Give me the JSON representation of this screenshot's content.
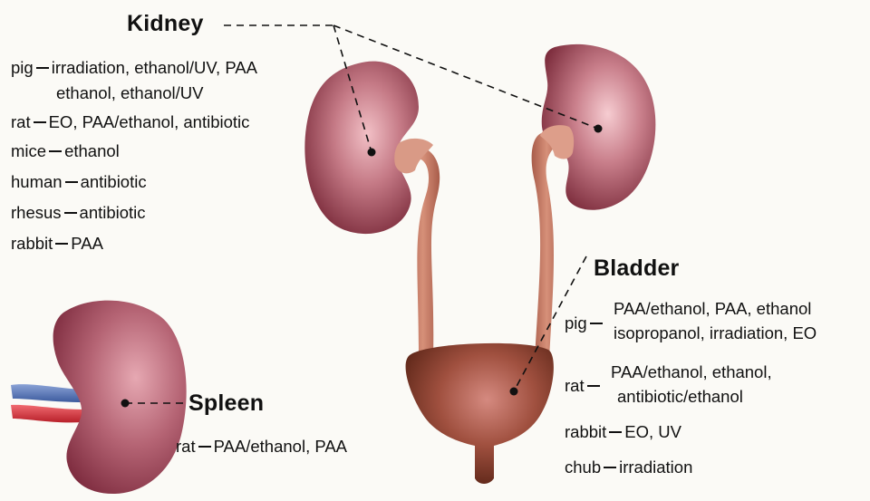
{
  "kidney": {
    "title": "Kidney",
    "entries": [
      {
        "animal": "pig",
        "text": "irradiation, ethanol/UV, PAA",
        "continuation": "ethanol, ethanol/UV"
      },
      {
        "animal": "rat",
        "text": "EO, PAA/ethanol, antibiotic"
      },
      {
        "animal": "mice",
        "text": "ethanol"
      },
      {
        "animal": "human",
        "text": "antibiotic"
      },
      {
        "animal": "rhesus",
        "text": "antibiotic"
      },
      {
        "animal": "rabbit",
        "text": "PAA"
      }
    ]
  },
  "bladder": {
    "title": "Bladder",
    "entries": [
      {
        "animal": "pig",
        "line1": "PAA/ethanol, PAA, ethanol",
        "line2": "isopropanol, irradiation, EO"
      },
      {
        "animal": "rat",
        "line1": "PAA/ethanol, ethanol,",
        "line2": "antibiotic/ethanol"
      },
      {
        "animal": "rabbit",
        "text": "EO, UV"
      },
      {
        "animal": "chub",
        "text": "irradiation"
      }
    ]
  },
  "spleen": {
    "title": "Spleen",
    "entries": [
      {
        "animal": "rat",
        "text": "PAA/ethanol, PAA"
      }
    ]
  },
  "colors": {
    "organ_light": "#f0b5bd",
    "organ_dark": "#7a2a3a",
    "ureter": "#c9806a",
    "bladder_dark": "#5a2416",
    "bladder_light": "#d58a80",
    "vein": "#5a78b8",
    "artery": "#d8343e"
  }
}
